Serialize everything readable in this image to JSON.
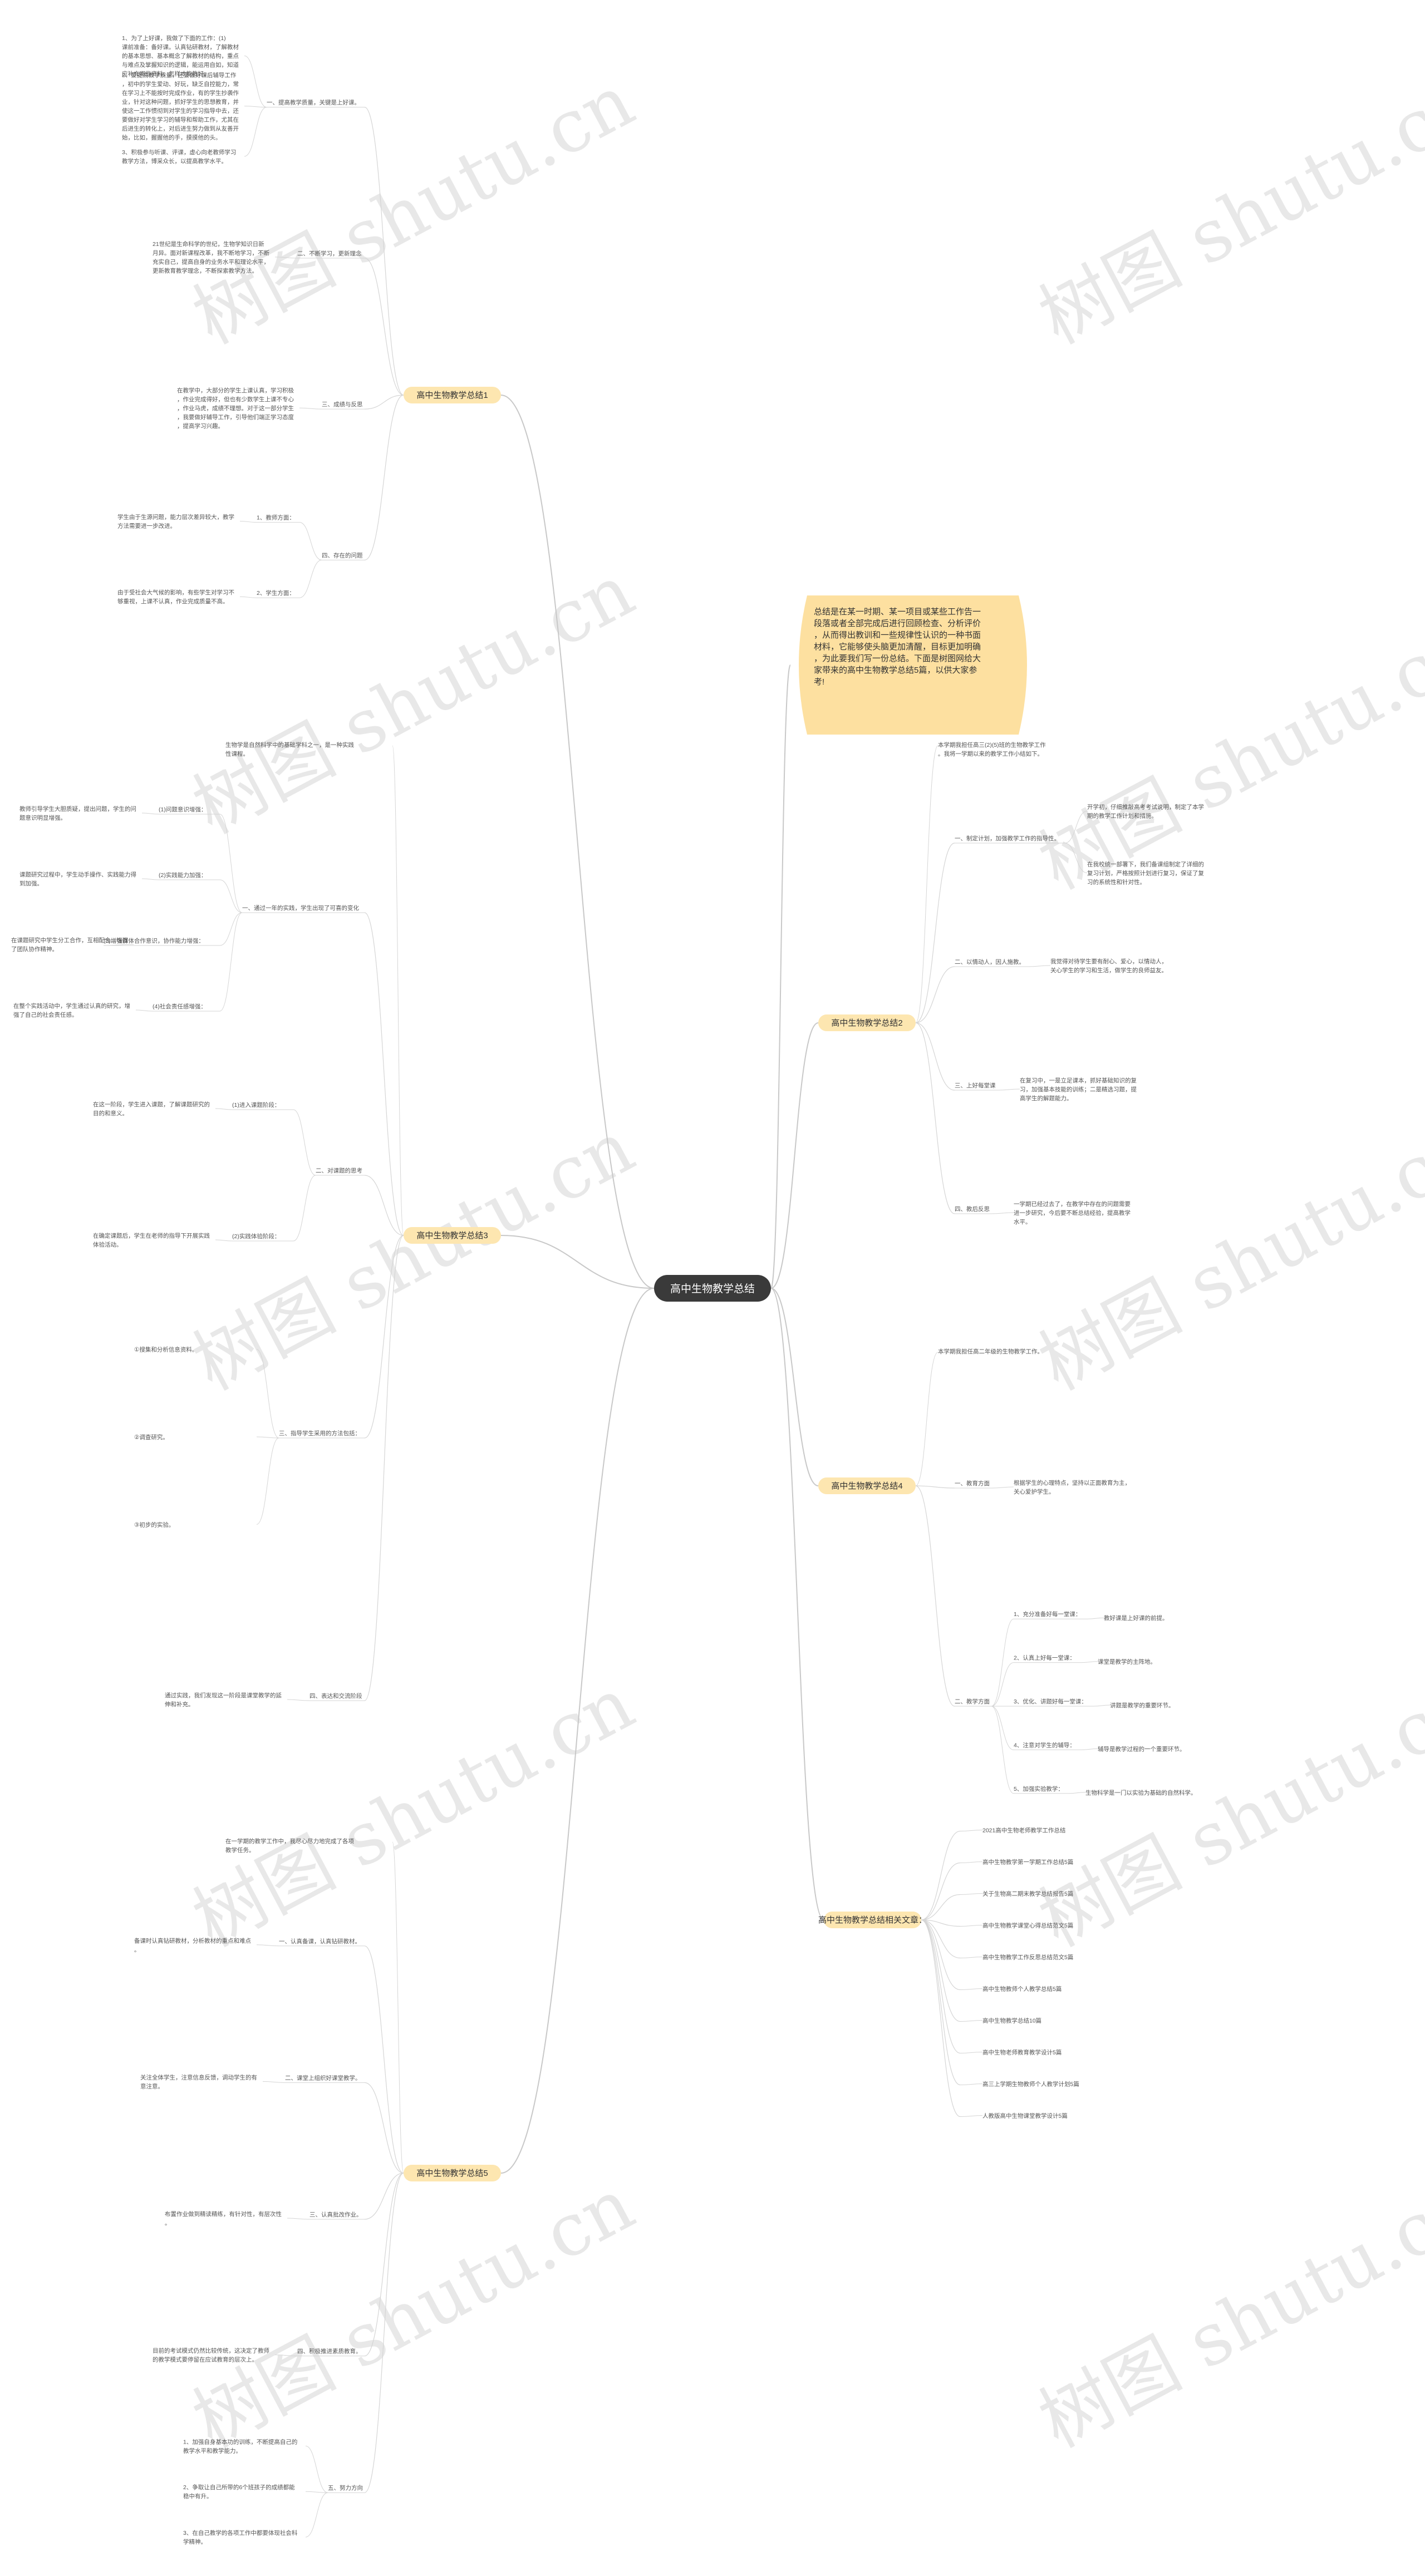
{
  "root": {
    "title": "高中生物教学总结"
  },
  "summary": {
    "text": "总结是在某一时期、某一项目或某些工作告一段落或者全部完成后进行回顾检查、分析评价，从而得出教训和一些规律性认识的一种书面材料，它能够使头脑更加清醒，目标更加明确，为此要我们写一份总结。下面是树图网给大家带来的高中生物教学总结5篇，以供大家参考!"
  },
  "watermark": {
    "text": "树图 shutu.cn"
  },
  "colors": {
    "root_bg": "#3a3a3a",
    "branch_bg": "#fde6b0",
    "summary_bg": "#fde0a0",
    "line": "#c8c8c8",
    "leaf_line": "#d5d5d5"
  },
  "branches": [
    {
      "label": "高中生物教学总结1",
      "children": [
        {
          "label": "一、提高教学质量，关键是上好课。",
          "children": [
            {
              "text": "1、为了上好课，我做了下面的工作：(1)课前准备：备好课。认真钻研教材，了解教材的基本思想、基本概念了解教材的结构，重点与难点及掌握知识的逻辑，能运用自如，知道应补充哪些资料，怎样才能教好。"
            },
            {
              "text": "2、要提高教学质量，还要做好课后辅导工作，初中的学生爱动、好玩，缺乏自控能力，常在学习上不能按时完成作业，有的学生抄袭作业，针对这种问题，抓好学生的思想教育，并使这一工作惯彻到对学生的学习指导中去，还要做好对学生学习的辅导和帮助工作，尤其在后进生的转化上，对后进生努力做到从友善开始，比如，握握他的手，摸摸他的头。"
            },
            {
              "text": "3、积极参与听课、评课，虚心向老教师学习教学方法，博采众长，以提高教学水平。"
            }
          ]
        },
        {
          "label": "二、不断学习，更新理念",
          "children": [
            {
              "text": "21世纪是生命科学的世纪，生物学知识日新月异。面对新课程改革，我不断地学习，不断充实自己，提高自身的业务水平和理论水平，更新教育教学理念，不断探索教学方法。"
            }
          ]
        },
        {
          "label": "三、成绩与反思",
          "children": [
            {
              "text": "在教学中，大部分的学生上课认真，学习积极，作业完成得好，但也有少数学生上课不专心，作业马虎，成绩不理想。对于这一部分学生，我要做好辅导工作，引导他们端正学习态度，提高学习兴趣。"
            }
          ]
        },
        {
          "label": "四、存在的问题",
          "children": [
            {
              "label": "1、教师方面：",
              "text": "学生由于生源问题，能力层次差异较大，教学方法需要进一步改进。"
            },
            {
              "label": "2、学生方面：",
              "text": "由于受社会大气候的影响，有些学生对学习不够重视，上课不认真，作业完成质量不高。"
            }
          ]
        }
      ]
    },
    {
      "label": "高中生物教学总结2",
      "text": "本学期我担任高三(2)(5)班的生物教学工作。我将一学期以来的教学工作小结如下。",
      "children": [
        {
          "label": "一、制定计划，加强教学工作的指导性。",
          "children": [
            {
              "text": "开学初，仔细推敲高考考试说明，制定了本学期的教学工作计划和措施。"
            },
            {
              "text": "在我校统一部署下，我们备课组制定了详细的复习计划，严格按照计划进行复习，保证了复习的系统性和针对性。"
            }
          ]
        },
        {
          "label": "二、以情动人，因人施教。",
          "text": "我觉得对待学生要有耐心、爱心，以情动人，关心学生的学习和生活，做学生的良师益友。"
        },
        {
          "label": "三、上好每堂课",
          "text": "在复习中，一是立足课本，抓好基础知识的复习，加强基本技能的训练；二是精选习题，提高学生的解题能力。"
        },
        {
          "label": "四、教后反思",
          "text": "一学期已经过去了，在教学中存在的问题需要进一步研究，今后要不断总结经验，提高教学水平。"
        }
      ]
    },
    {
      "label": "高中生物教学总结3",
      "text": "生物学是自然科学中的基础学科之一，是一种实践性课程。",
      "children": [
        {
          "label": "一、通过一年的实践，学生出现了可喜的变化",
          "children": [
            {
              "label": "(1)问题意识增强：",
              "text": "教师引导学生大胆质疑，提出问题，学生的问题意识明显增强。"
            },
            {
              "label": "(2)实践能力加强：",
              "text": "课题研究过程中，学生动手操作、实践能力得到加强。"
            },
            {
              "label": "(3)增强群体合作意识，协作能力增强：",
              "text": "在课题研究中学生分工合作，互相配合，增强了团队协作精神。"
            },
            {
              "label": "(4)社会责任感增强：",
              "text": "在整个实践活动中，学生通过认真的研究，增强了自己的社会责任感。"
            }
          ]
        },
        {
          "label": "二、对课题的思考",
          "children": [
            {
              "label": "(1)进入课题阶段：",
              "text": "在这一阶段，学生进入课题，了解课题研究的目的和意义。"
            },
            {
              "label": "(2)实践体验阶段：",
              "text": "在确定课题后，学生在老师的指导下开展实践体验活动。"
            }
          ]
        },
        {
          "label": "三、指导学生采用的方法包括：",
          "children": [
            {
              "text": "①搜集和分析信息资料。"
            },
            {
              "text": "②调查研究。"
            },
            {
              "text": "③初步的实验。"
            }
          ]
        },
        {
          "label": "四、表达和交流阶段",
          "text": "通过实践，我们发现这一阶段是课堂教学的延伸和补充。"
        }
      ]
    },
    {
      "label": "高中生物教学总结4",
      "text": "本学期我担任高二年级的生物教学工作。",
      "children": [
        {
          "label": "一、教育方面",
          "text": "根据学生的心理特点，坚持以正面教育为主，关心爱护学生。"
        },
        {
          "label": "二、教学方面",
          "children": [
            {
              "label": "1、充分准备好每一堂课：",
              "text": "教好课是上好课的前提。"
            },
            {
              "label": "2、认真上好每一堂课：",
              "text": "课堂是教学的主阵地。"
            },
            {
              "label": "3、优化、讲题好每一堂课：",
              "text": "讲题是教学的重要环节。"
            },
            {
              "label": "4、注意对学生的辅导：",
              "text": "辅导是教学过程的一个重要环节。"
            },
            {
              "label": "5、加强实验教学：",
              "text": "生物科学是一门以实验为基础的自然科学。"
            }
          ]
        }
      ]
    },
    {
      "label": "高中生物教学总结相关文章：",
      "children": [
        {
          "text": "2021高中生物老师教学工作总结"
        },
        {
          "text": "高中生物教学第一学期工作总结5篇"
        },
        {
          "text": "关于生物高二期末教学总结报告5篇"
        },
        {
          "text": "高中生物教学课堂心得总结范文5篇"
        },
        {
          "text": "高中生物教学工作反思总结范文5篇"
        },
        {
          "text": "高中生物教师个人教学总结5篇"
        },
        {
          "text": "高中生物教学总结10篇"
        },
        {
          "text": "高中生物老师教育教学设计5篇"
        },
        {
          "text": "高三上学期生物教师个人教学计划5篇"
        },
        {
          "text": "人教版高中生物课堂教学设计5篇"
        }
      ]
    },
    {
      "label": "高中生物教学总结5",
      "text": "在一学期的教学工作中，我尽心尽力地完成了各项教学任务。",
      "children": [
        {
          "label": "一、认真备课，认真钻研教材。",
          "text": "备课时认真钻研教材，分析教材的重点和难点。"
        },
        {
          "label": "二、课堂上组织好课堂教学。",
          "text": "关注全体学生，注意信息反馈，调动学生的有意注意。"
        },
        {
          "label": "三、认真批改作业。",
          "text": "布置作业做到精读精练，有针对性，有层次性。"
        },
        {
          "label": "四、积极推进素质教育。",
          "text": "目前的考试模式仍然比较传统，这决定了教师的教学模式要停留在应试教育的层次上。"
        },
        {
          "label": "五、努力方向",
          "children": [
            {
              "text": "1、加强自身基本功的训练，不断提高自己的教学水平和教学能力。"
            },
            {
              "text": "2、争取让自己所带的6个班孩子的成绩都能稳中有升。"
            },
            {
              "text": "3、在自己教学的各项工作中都要体现社会科学精神。"
            }
          ]
        }
      ]
    }
  ]
}
